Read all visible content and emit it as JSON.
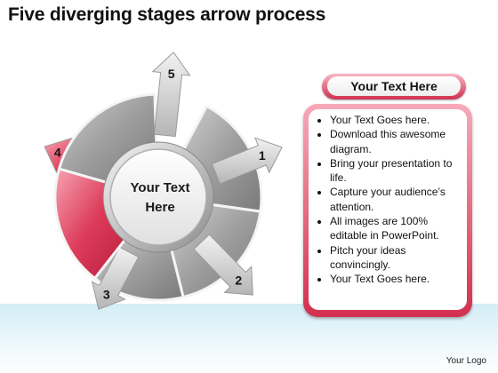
{
  "title": "Five diverging stages arrow process",
  "diagram": {
    "stages": [
      {
        "label": "1",
        "highlighted": false
      },
      {
        "label": "2",
        "highlighted": false
      },
      {
        "label": "3",
        "highlighted": false
      },
      {
        "label": "4",
        "highlighted": true
      },
      {
        "label": "5",
        "highlighted": false
      }
    ],
    "hub": {
      "line1": "Your Text",
      "line2": "Here"
    }
  },
  "panel": {
    "heading": "Your Text Here",
    "bullets": [
      "Your Text Goes here.",
      "Download this awesome diagram.",
      "Bring your presentation to life.",
      "Capture your audience’s attention.",
      "All images are 100% editable in PowerPoint.",
      "Pitch your ideas convincingly.",
      "Your Text Goes here."
    ]
  },
  "footer": {
    "logo_text": "Your Logo"
  },
  "colors": {
    "segment_gray": "#9a9a9a",
    "segment_highlight": "#d8304e",
    "panel_border": "#d22f4e"
  }
}
